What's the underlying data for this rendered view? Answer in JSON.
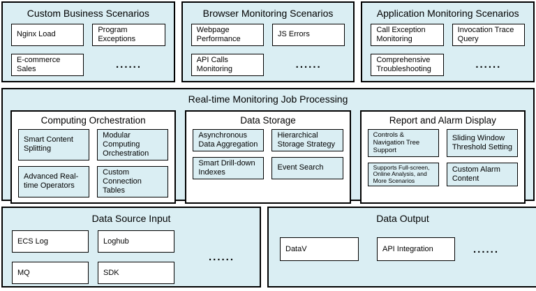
{
  "dots": "......",
  "colors": {
    "panel_bg": "#daeef3",
    "box_bg": "#ffffff",
    "border": "#000000",
    "page_bg": "#ffffff"
  },
  "top_panels": [
    {
      "title": "Custom Business Scenarios",
      "items": [
        "Nginx Load",
        "Program Exceptions",
        "E-commerce Sales"
      ]
    },
    {
      "title": "Browser Monitoring Scenarios",
      "items": [
        "Webpage Performance",
        "JS Errors",
        "API Calls Monitoring"
      ]
    },
    {
      "title": "Application Monitoring Scenarios",
      "items": [
        "Call Exception Monitoring",
        "Invocation Trace Query",
        "Comprehensive Troubleshooting"
      ]
    }
  ],
  "middle_panel": {
    "title": "Real-time Monitoring Job Processing",
    "sections": [
      {
        "title": "Computing Orchestration",
        "items": [
          "Smart Content Splitting",
          "Modular Computing Orchestration",
          "Advanced Real-time Operators",
          "Custom Connection Tables"
        ]
      },
      {
        "title": "Data Storage",
        "items": [
          "Asynchronous Data Aggregation",
          "Hierarchical Storage Strategy",
          "Smart Drill-down Indexes",
          "Event Search"
        ]
      },
      {
        "title": "Report and Alarm Display",
        "items": [
          "Controls & Navigation Tree Support",
          "Sliding Window Threshold Setting",
          "Supports Full-screen, Online Analysis, and More Scenarios",
          "Custom Alarm Content"
        ]
      }
    ]
  },
  "bottom_panels": [
    {
      "title": "Data Source Input",
      "items": [
        "ECS Log",
        "Loghub",
        "MQ",
        "SDK"
      ]
    },
    {
      "title": "Data Output",
      "items": [
        "DataV",
        "API Integration"
      ]
    }
  ]
}
